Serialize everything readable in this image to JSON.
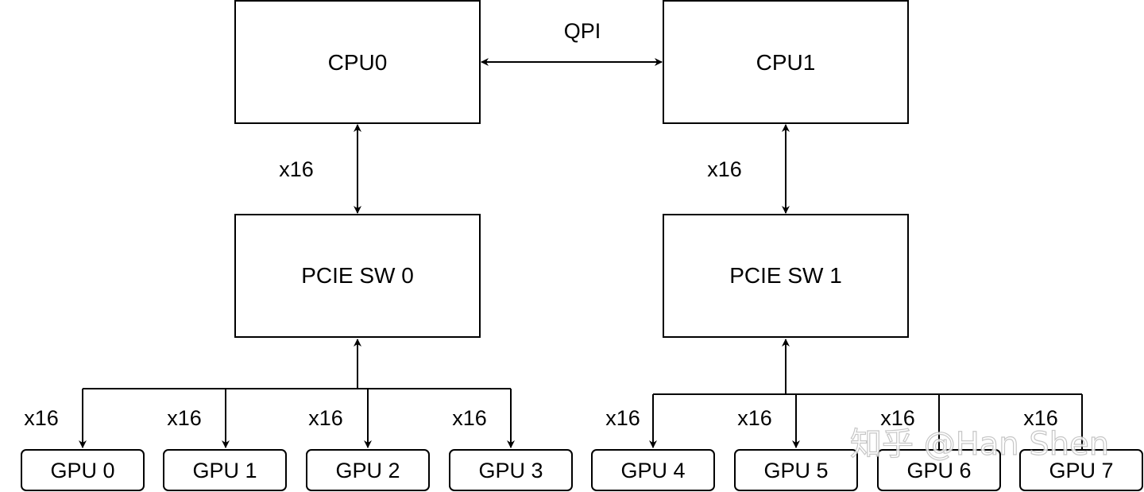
{
  "cpus": [
    {
      "label": "CPU0"
    },
    {
      "label": "CPU1"
    }
  ],
  "interconnect": {
    "label": "QPI"
  },
  "switches": [
    {
      "label": "PCIE SW 0",
      "uplink_label": "x16"
    },
    {
      "label": "PCIE SW 1",
      "uplink_label": "x16"
    }
  ],
  "gpus": [
    {
      "label": "GPU 0",
      "link_label": "x16"
    },
    {
      "label": "GPU 1",
      "link_label": "x16"
    },
    {
      "label": "GPU 2",
      "link_label": "x16"
    },
    {
      "label": "GPU 3",
      "link_label": "x16"
    },
    {
      "label": "GPU 4",
      "link_label": "x16"
    },
    {
      "label": "GPU 5",
      "link_label": "x16"
    },
    {
      "label": "GPU 6",
      "link_label": "x16"
    },
    {
      "label": "GPU 7",
      "link_label": "x16"
    }
  ],
  "watermark": {
    "text": "知乎 @Han Shen"
  }
}
